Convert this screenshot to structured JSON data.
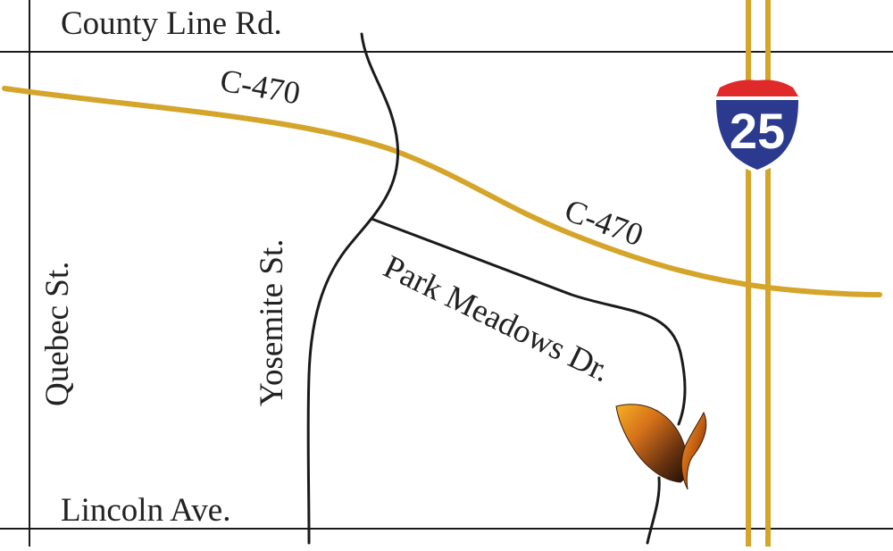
{
  "roads": {
    "county_line": "County Line Rd.",
    "lincoln": "Lincoln Ave.",
    "quebec": "Quebec St.",
    "yosemite": "Yosemite St.",
    "park_meadows": "Park Meadows Dr.",
    "c470_west": "C-470",
    "c470_east": "C-470"
  },
  "interstate": {
    "number": "25"
  },
  "colors": {
    "highway": "#d4a52a",
    "road": "#1a1a1a",
    "shield_blue": "#2b3a8f",
    "shield_red": "#e02a2a"
  },
  "icons": {
    "interstate": "interstate-shield-icon",
    "destination": "leaf-marker-icon"
  }
}
